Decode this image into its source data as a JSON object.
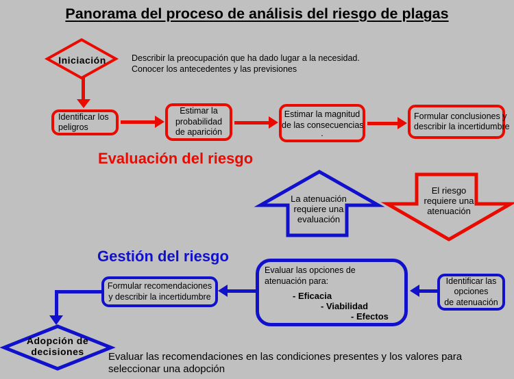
{
  "colors": {
    "background": "#c0c0c0",
    "red": "#e90a00",
    "blue": "#1111cc",
    "text": "#000000"
  },
  "title": "Panorama del proceso de análisis del riesgo de plagas",
  "initiation": {
    "diamond_label": "Iniciación",
    "description": [
      "Describir la preocupación que ha dado lugar a la necesidad.",
      "Conocer los antecedentes y las previsiones"
    ]
  },
  "risk_assessment": {
    "heading": "Evaluación del riesgo",
    "box_identify_hazards": [
      "Identificar los",
      "peligros"
    ],
    "box_probability": [
      "Estimar la",
      "probabilidad",
      "de aparición"
    ],
    "box_magnitude": [
      "Estimar la magnitud",
      "de las consecuencias",
      "."
    ],
    "box_conclusions": [
      "Formular conclusiones y",
      "describir la incertidumbre"
    ]
  },
  "transition": {
    "up_arrow_label": [
      "La atenuación",
      "requiere una",
      "evaluación"
    ],
    "down_arrow_label": [
      "El riesgo",
      "requiere una",
      "atenuación"
    ]
  },
  "risk_management": {
    "heading": "Gestión del riesgo",
    "box_evaluate_intro": [
      "Evaluar las opciones de",
      "atenuación para:"
    ],
    "box_evaluate_items": [
      "- Eficacia",
      "- Viabilidad",
      "- Efectos"
    ],
    "box_identify_options": [
      "Identificar las",
      "opciones",
      "de atenuación"
    ],
    "box_recommendations": [
      "Formular recomendaciones",
      "y describir la incertidumbre"
    ],
    "decision_diamond_label": [
      "Adopción de",
      "decisiones"
    ]
  },
  "footer_note": [
    "Evaluar las recomendaciones en las condiciones presentes y los valores para",
    "seleccionar una adopción"
  ]
}
